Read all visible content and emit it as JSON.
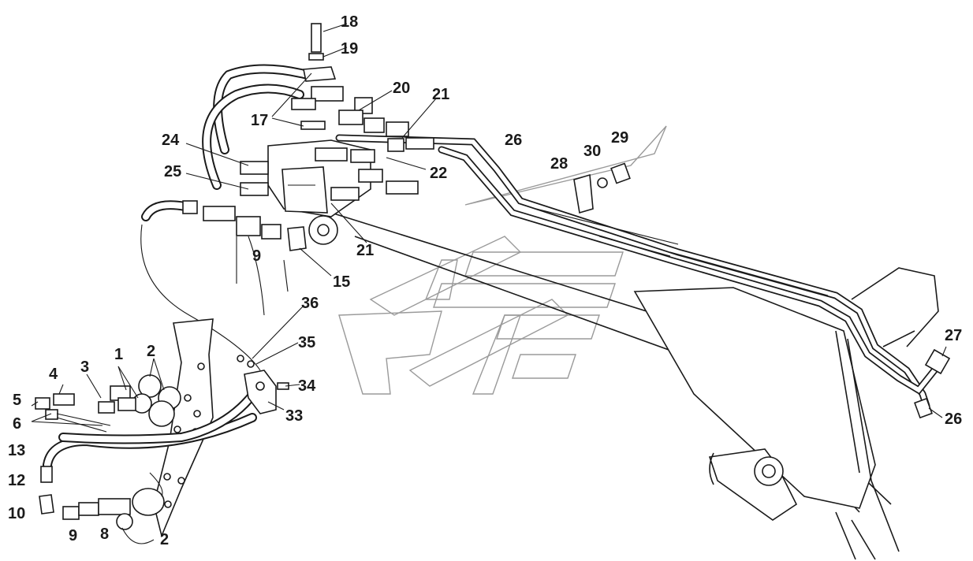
{
  "diagram": {
    "callouts": [
      {
        "id": "c18",
        "text": "18"
      },
      {
        "id": "c19",
        "text": "19"
      },
      {
        "id": "c20",
        "text": "20"
      },
      {
        "id": "c21a",
        "text": "21"
      },
      {
        "id": "c17",
        "text": "17"
      },
      {
        "id": "c26a",
        "text": "26"
      },
      {
        "id": "c29",
        "text": "29"
      },
      {
        "id": "c24",
        "text": "24"
      },
      {
        "id": "c30",
        "text": "30"
      },
      {
        "id": "c28",
        "text": "28"
      },
      {
        "id": "c22",
        "text": "22"
      },
      {
        "id": "c25",
        "text": "25"
      },
      {
        "id": "c21b",
        "text": "21"
      },
      {
        "id": "c9a",
        "text": "9"
      },
      {
        "id": "c15",
        "text": "15"
      },
      {
        "id": "c36",
        "text": "36"
      },
      {
        "id": "c35",
        "text": "35"
      },
      {
        "id": "c1",
        "text": "1"
      },
      {
        "id": "c2a",
        "text": "2"
      },
      {
        "id": "c4",
        "text": "4"
      },
      {
        "id": "c3",
        "text": "3"
      },
      {
        "id": "c34",
        "text": "34"
      },
      {
        "id": "c5",
        "text": "5"
      },
      {
        "id": "c33",
        "text": "33"
      },
      {
        "id": "c6",
        "text": "6"
      },
      {
        "id": "c27",
        "text": "27"
      },
      {
        "id": "c26b",
        "text": "26"
      },
      {
        "id": "c13",
        "text": "13"
      },
      {
        "id": "c12",
        "text": "12"
      },
      {
        "id": "c10",
        "text": "10"
      },
      {
        "id": "c9b",
        "text": "9"
      },
      {
        "id": "c8",
        "text": "8"
      },
      {
        "id": "c2b",
        "text": "2"
      }
    ]
  }
}
